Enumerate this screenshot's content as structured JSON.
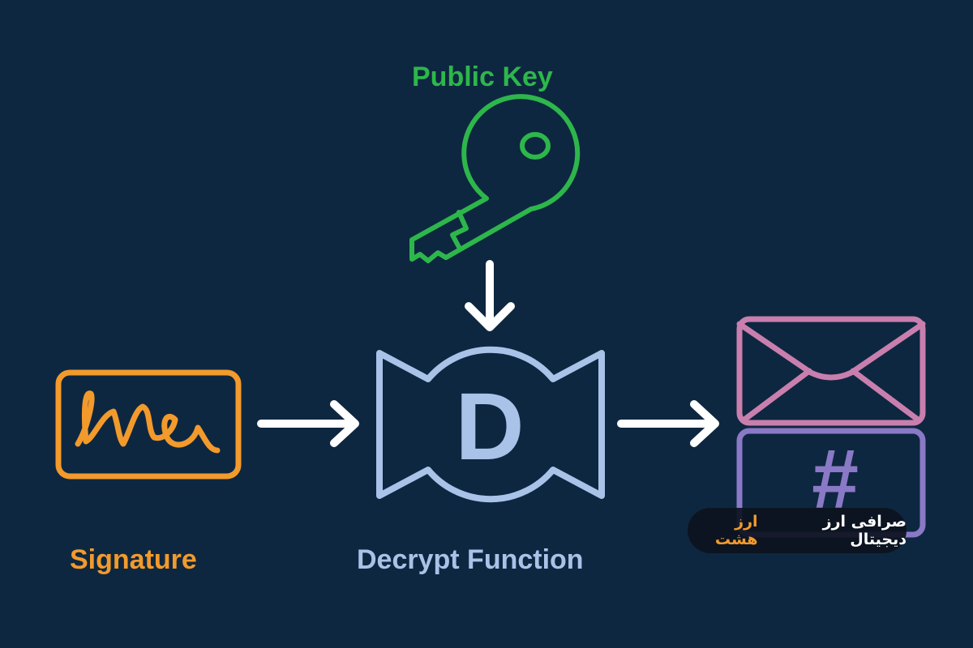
{
  "colors": {
    "background": "#0e2740",
    "key_green": "#2db74b",
    "signature_orange": "#f29a2c",
    "function_blue": "#a9c2e8",
    "envelope_pink": "#c97fae",
    "hash_purple": "#8a79c6",
    "arrow_white": "#ffffff",
    "watermark_orange": "#f29a2c",
    "watermark_white": "#ffffff"
  },
  "labels": {
    "public_key": "Public Key",
    "signature": "Signature",
    "decrypt_function": "Decrypt Function",
    "function_letter": "D",
    "hash_symbol": "#"
  },
  "icons": {
    "key": "key-icon",
    "signature": "signature-card-icon",
    "function": "decrypt-function-icon",
    "envelope": "envelope-icon",
    "hash": "hash-box-icon"
  },
  "watermark": {
    "prefix": "صرافی ارز دیجیتال",
    "brand": "ارز هشت"
  }
}
